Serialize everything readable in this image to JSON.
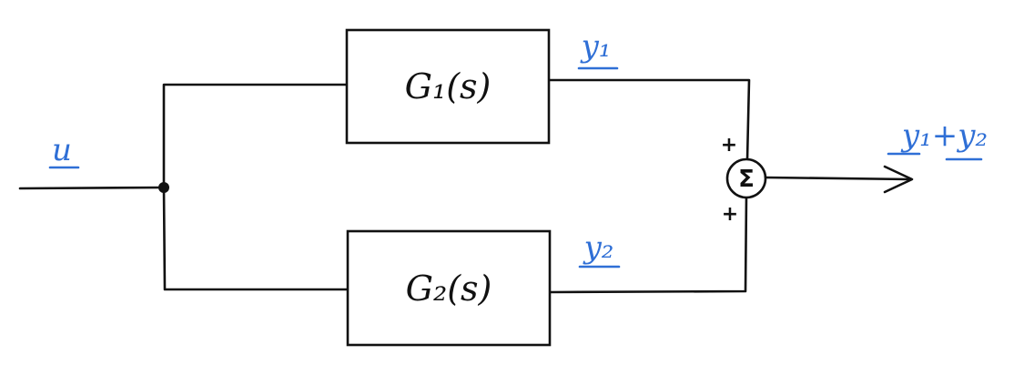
{
  "colors": {
    "ink": "#111111",
    "signal": "#2f6fd6"
  },
  "blocks": {
    "top_label": "G₁(s)",
    "bottom_label": "G₂(s)"
  },
  "signals": {
    "input": "u",
    "top_output": "y₁",
    "bottom_output": "y₂",
    "sum_output": "y₁+y₂"
  },
  "sum_junction": {
    "symbol": "Σ",
    "top_sign": "+",
    "bottom_sign": "+"
  }
}
